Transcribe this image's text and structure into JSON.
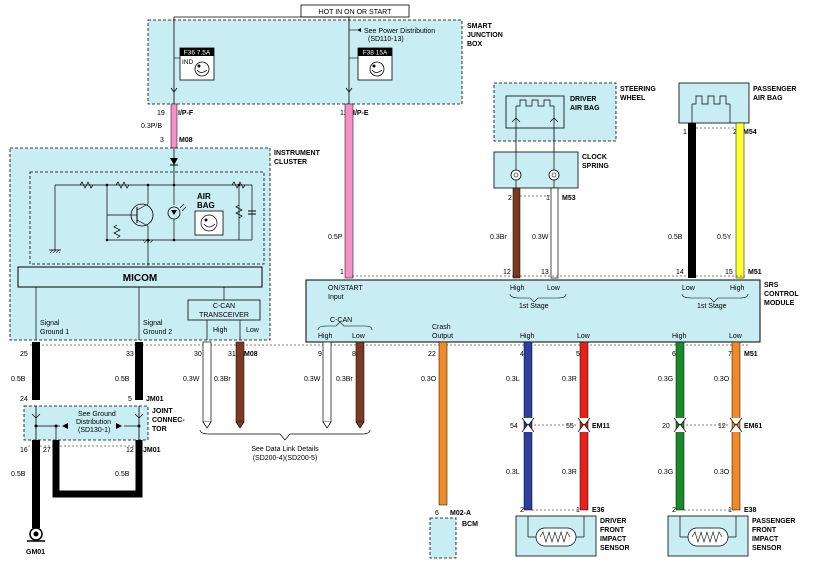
{
  "header": {
    "hot_label": "HOT IN ON OR START"
  },
  "sjb": {
    "title1": "SMART",
    "title2": "JUNCTION",
    "title3": "BOX",
    "see1": "See Power Distribution",
    "see2": "(SD110-13)",
    "fuse1": "F36 7.5A",
    "fuse1_sub": "IND",
    "fuse2": "F38 15A",
    "conn1": "I/P-F",
    "conn2": "I/P-E",
    "pin1": "19",
    "pin2": "12"
  },
  "steering": {
    "title1": "STEERING",
    "title2": "WHEEL",
    "bag1": "DRIVER",
    "bag2": "AIR BAG"
  },
  "clock": {
    "title1": "CLOCK",
    "title2": "SPRING",
    "pin_a": "2",
    "pin_b": "1",
    "conn": "M53"
  },
  "pab": {
    "title1": "PASSENGER",
    "title2": "AIR BAG",
    "pin_a": "1",
    "pin_b": "2",
    "conn": "M54"
  },
  "cluster": {
    "title1": "INSTRUMENT",
    "title2": "CLUSTER",
    "micom": "MICOM",
    "airbag1": "AIR",
    "airbag2": "BAG",
    "ccan1": "C-CAN",
    "ccan2": "TRANSCEIVER",
    "high": "High",
    "low": "Low",
    "sg1a": "Signal",
    "sg1b": "Ground 1",
    "sg2a": "Signal",
    "sg2b": "Ground 2",
    "in_pin": "3",
    "in_conn": "M08",
    "wire_in": "0.3P/B"
  },
  "srs": {
    "title1": "SRS",
    "title2": "CONTROL",
    "title3": "MODULE",
    "on1": "ON/START",
    "on2": "Input",
    "high": "High",
    "low": "Low",
    "stage": "1st Stage",
    "ccan": "C-CAN",
    "crash1": "Crash",
    "crash2": "Output",
    "top_conn": "M51",
    "bot_conn": "M51",
    "pin_on": "1",
    "pin_12": "12",
    "pin_13": "13",
    "pin_14": "14",
    "pin_15": "15",
    "pin_9": "9",
    "pin_8": "8",
    "pin_22": "22",
    "pin_4": "4",
    "pin_5": "5",
    "pin_6": "6",
    "pin_7": "7"
  },
  "wires": {
    "w_05p": "0.5P",
    "w_03br": "0.3Br",
    "w_03w": "0.3W",
    "w_05b": "0.5B",
    "w_05y": "0.5Y",
    "w_03o": "0.3O",
    "w_03l": "0.3L",
    "w_03r": "0.3R",
    "w_03g": "0.3G"
  },
  "lower": {
    "pin25": "25",
    "pin33": "33",
    "pin30": "30",
    "pin31": "31",
    "conn_m08": "M08",
    "pin24": "24",
    "pin5": "5",
    "jm01": "JM01",
    "joint1": "JOINT",
    "joint2": "CONNEC-",
    "joint3": "TOR",
    "see1": "See Ground",
    "see2": "Distribution",
    "see3": "(SD130-1)",
    "pin16": "16",
    "pin27": "27",
    "pin12": "12",
    "jm01b": "JM01",
    "gm01": "GM01",
    "datalink1": "See Data Link Details",
    "datalink2": "(SD200-4)(SD200-5)",
    "bcm": "BCM",
    "bcm_pin": "6",
    "bcm_conn": "M02-A",
    "em11": "EM11",
    "em11_a": "54",
    "em11_b": "55",
    "em61": "EM61",
    "em61_a": "20",
    "em61_b": "12",
    "e36": "E36",
    "e38": "E38",
    "e36_a": "2",
    "e36_b": "1",
    "e38_a": "2",
    "e38_b": "1",
    "dfs1": "DRIVER",
    "dfs2": "FRONT",
    "dfs3": "IMPACT",
    "dfs4": "SENSOR",
    "pfs1": "PASSENGER",
    "pfs2": "FRONT",
    "pfs3": "IMPACT",
    "pfs4": "SENSOR"
  },
  "colors": {
    "box_fill": "#c8eef4",
    "pink": "#f78fc8",
    "brown": "#7a3b22",
    "white": "#ffffff",
    "black": "#000000",
    "yellow": "#ffff33",
    "orange": "#f08a24",
    "blue": "#2d3fa0",
    "red": "#e8201c",
    "green": "#1a8a2a"
  }
}
